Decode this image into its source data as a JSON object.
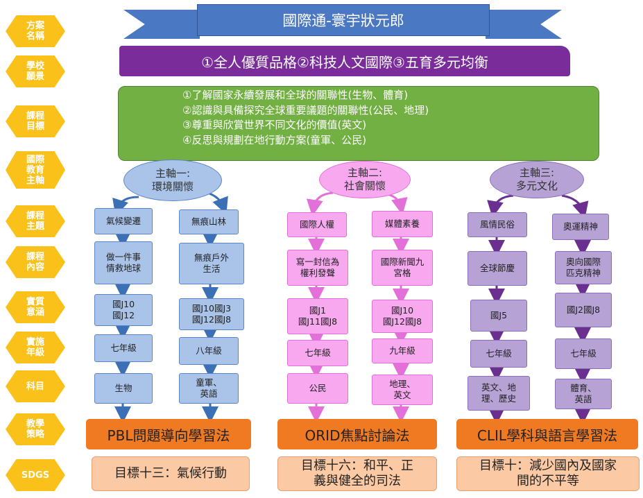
{
  "row_labels": [
    "方案\n名稱",
    "學校\n願景",
    "課程\n目標",
    "國際\n教育\n主軸",
    "課程\n主題",
    "課程\n內容",
    "實質\n意涵",
    "實施\n年級",
    "科目",
    "教學\n策略",
    "SDGS"
  ],
  "title": "國際通-寰宇狀元郎",
  "vision": "①全人優質品格②科技人文國際③五育多元均衡",
  "goals": [
    "①了解國家永續發展和全球的關聯性(生物、體育)",
    "②認識與具備探究全球重要議題的關聯性(公民、地理)",
    "③尊重與欣賞世界不同文化的價值(英文)",
    "④反思與規劃在地行動方案(童軍、公民)"
  ],
  "axes": [
    {
      "label": "主軸一:\n環境關懷",
      "color": "#a9c4e8",
      "columns": [
        {
          "topic": "氣候變遷",
          "content": "做一件事\n情救地球",
          "meaning": "國J10\n國J12",
          "grade": "七年級",
          "subject": "生物"
        },
        {
          "topic": "無痕山林",
          "content": "無痕戶外\n生活",
          "meaning": "國J10國J3\n國J12國J8",
          "grade": "八年級",
          "subject": "童軍、\n英語"
        }
      ],
      "strategy": "PBL問題導向學習法",
      "sdg": "目標十三：氣候行動"
    },
    {
      "label": "主軸二:\n社會關懷",
      "color": "#f7a8ef",
      "columns": [
        {
          "topic": "國際人權",
          "content": "寫一封信為\n權利發聲",
          "meaning": "國J1\n國J11國J8",
          "grade": "七年級",
          "subject": "公民"
        },
        {
          "topic": "媒體素養",
          "content": "國際新聞九\n宮格",
          "meaning": "國J10\n國J12國J8",
          "grade": "九年級",
          "subject": "地理、\n英文"
        }
      ],
      "strategy": "ORID焦點討論法",
      "sdg": "目標十六：和平、正\n義與健全的司法"
    },
    {
      "label": "主軸三:\n多元文化",
      "color": "#b7a2d6",
      "columns": [
        {
          "topic": "風情民俗",
          "content": "全球節慶",
          "meaning": "國J5",
          "grade": "七年級",
          "subject": "英文、地\n理、歷史"
        },
        {
          "topic": "奧運精神",
          "content": "奧向國際\n匹克精神",
          "meaning": "國J2國J8",
          "grade": "七年級",
          "subject": "體育、\n英語"
        }
      ],
      "strategy": "CLIL學科與語言學習法",
      "sdg": "目標十：減少國內及國家\n間的不平等"
    }
  ]
}
